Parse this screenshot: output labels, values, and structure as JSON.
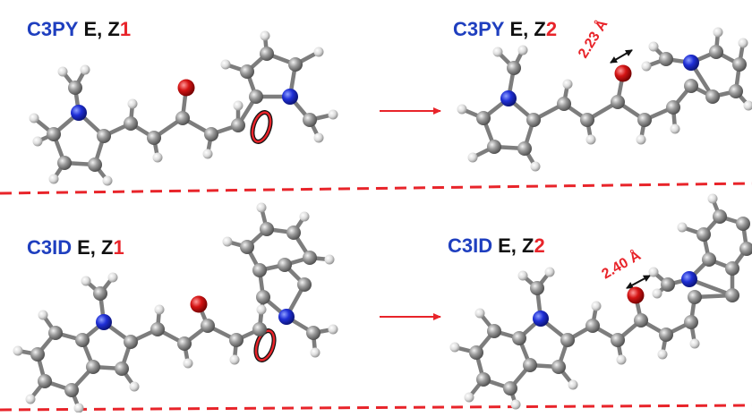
{
  "panels": {
    "top_left": {
      "name": "C3PY",
      "iso": "E, Z",
      "num": "1"
    },
    "top_right": {
      "name": "C3PY",
      "iso": "E, Z",
      "num": "2"
    },
    "bottom_left": {
      "name": "C3ID",
      "iso": "E, Z",
      "num": "1"
    },
    "bottom_right": {
      "name": "C3ID",
      "iso": "E, Z",
      "num": "2"
    }
  },
  "distances": {
    "top": "2.23 Å",
    "bottom": "2.40 Å"
  },
  "colors": {
    "name_blue": "#1f3fbf",
    "text_black": "#111111",
    "accent_red": "#e8242a",
    "carbon": "#8f8f8f",
    "hydrogen": "#e6e6e6",
    "nitrogen": "#1f2fd6",
    "oxygen": "#d41414"
  },
  "icons": [
    "reaction-arrow-icon",
    "double-arrow-icon",
    "rotation-arrow-icon"
  ]
}
